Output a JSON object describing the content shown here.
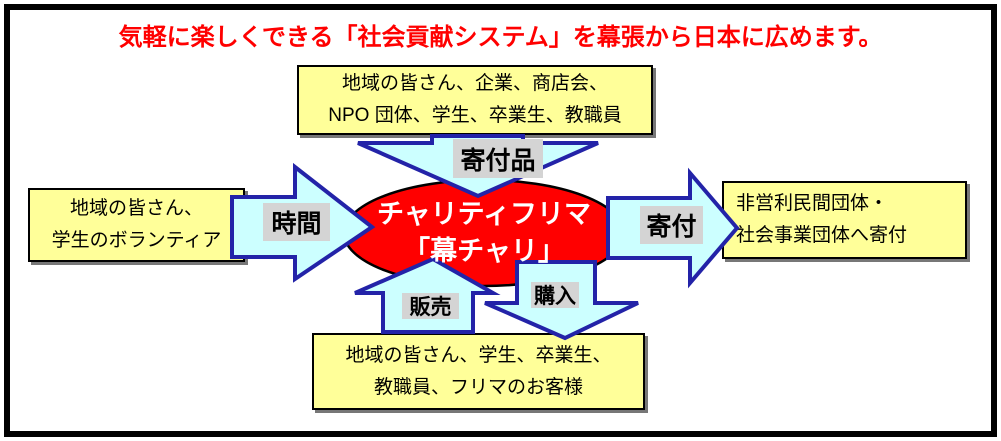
{
  "title": {
    "text": "気軽に楽しくできる「社会貢献システム」を幕張から日本に広めます。",
    "color": "#FF0000"
  },
  "center_ellipse": {
    "line1": "チャリティフリマ",
    "line2": "「幕チャリ」",
    "fill": "#FF0000",
    "text_color": "#FFFFFF"
  },
  "boxes": {
    "top": {
      "line1": "地域の皆さん、企業、商店会、",
      "line2": "NPO 団体、学生、卒業生、教職員"
    },
    "left": {
      "line1": "地域の皆さん、",
      "line2": "学生のボランティア"
    },
    "right": {
      "line1": "非営利民間団体・",
      "line2": "社会事業団体へ寄付"
    },
    "bottom": {
      "line1": "地域の皆さん、学生、卒業生、",
      "line2": "教職員、フリマのお客様"
    }
  },
  "arrow_labels": {
    "time": "時間",
    "donated_goods": "寄付品",
    "donation": "寄付",
    "sales": "販売",
    "purchase": "購入"
  },
  "colors": {
    "title_red": "#FF0000",
    "box_fill": "#FFFF99",
    "box_border": "#000000",
    "box_shadow": "#777777",
    "arrow_fill": "#CCFFFF",
    "arrow_border": "#2323A8",
    "label_bg": "#D4D4D4",
    "ellipse_fill": "#FF0000",
    "ellipse_outline": "#000000",
    "ellipse_text": "#FFFFFF",
    "frame_border": "#000000"
  }
}
